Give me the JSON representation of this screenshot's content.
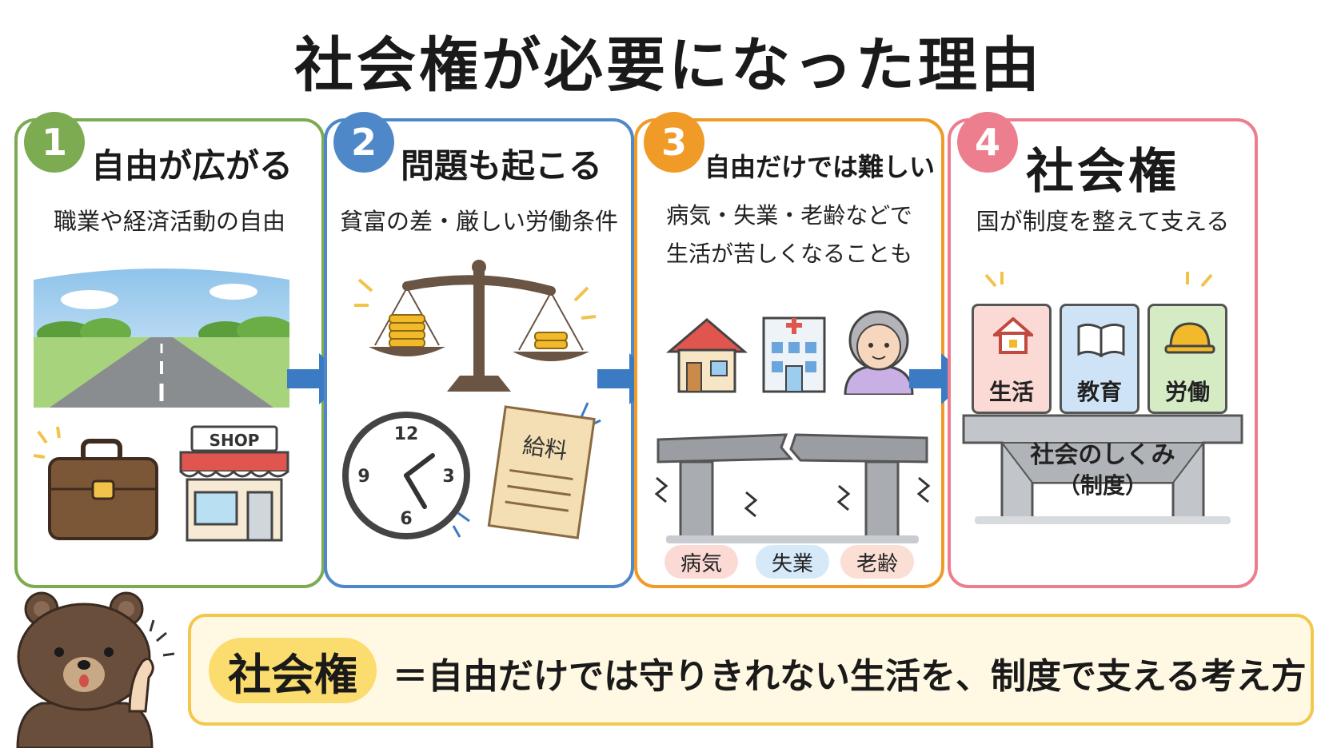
{
  "title": "社会権が必要になった理由",
  "colors": {
    "green": "#7cab52",
    "blue": "#4f88c8",
    "orange": "#f09a28",
    "pink": "#ec7e8e",
    "arrow": "#3b7bc4",
    "yellow": "#f2c74b"
  },
  "steps": [
    {
      "number": "1",
      "title": "自由が広がる",
      "subtitle": "職業や経済活動の自由",
      "shop_sign": "SHOP"
    },
    {
      "number": "2",
      "title": "問題も起こる",
      "subtitle": "貧富の差・厳しい労働条件",
      "clock_labels": [
        "12",
        "3",
        "6",
        "9"
      ],
      "paper_label": "給料"
    },
    {
      "number": "3",
      "title": "自由だけでは難しい",
      "subtitle_line1": "病気・失業・老齢などで",
      "subtitle_line2": "生活が苦しくなることも",
      "pills": [
        "病気",
        "失業",
        "老齢"
      ]
    },
    {
      "number": "4",
      "title": "社会権",
      "subtitle": "国が制度を整えて支える",
      "boxes": [
        "生活",
        "教育",
        "労働"
      ],
      "base_line1": "社会のしくみ",
      "base_line2": "（制度）"
    }
  ],
  "bottom": {
    "key": "社会権",
    "text": "＝自由だけでは守りきれない生活を、制度で支える考え方"
  }
}
